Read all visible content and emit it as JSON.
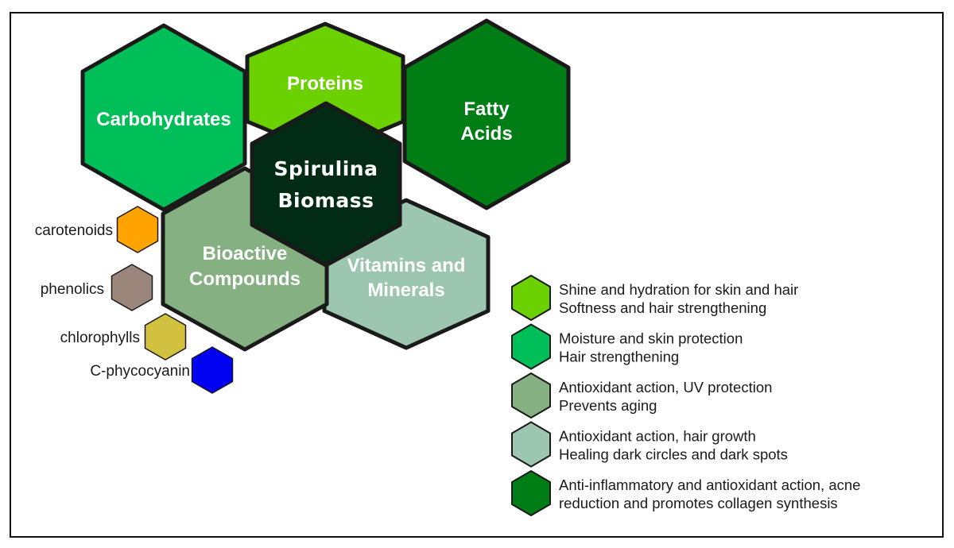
{
  "colors": {
    "carbohydrates": "#00bf59",
    "proteins": "#6bd100",
    "fatty_acids": "#017d16",
    "bioactive": "#85b182",
    "vitamins": "#9cc6b0",
    "center": "#022b16",
    "carotenoids": "#ffa300",
    "phenolics": "#9a867a",
    "chlorophylls": "#d1c13f",
    "phycocyanin": "#0202f2"
  },
  "main_hexes": {
    "carbohydrates": {
      "lines": [
        "Carbohydrates"
      ],
      "color_key": "carbohydrates"
    },
    "proteins": {
      "lines": [
        "Proteins"
      ],
      "color_key": "proteins"
    },
    "fatty_acids": {
      "lines": [
        "Fatty",
        "Acids"
      ],
      "color_key": "fatty_acids"
    },
    "bioactive": {
      "lines": [
        "Bioactive",
        "Compounds"
      ],
      "color_key": "bioactive"
    },
    "vitamins": {
      "lines": [
        "Vitamins and",
        "Minerals"
      ],
      "color_key": "vitamins"
    },
    "center": {
      "lines": [
        "Spirulina",
        "Biomass"
      ],
      "color_key": "center"
    }
  },
  "compounds": [
    {
      "name": "carotenoids",
      "color_key": "carotenoids"
    },
    {
      "name": "phenolics",
      "color_key": "phenolics"
    },
    {
      "name": "chlorophylls",
      "color_key": "chlorophylls"
    },
    {
      "name": "C-phycocyanin",
      "color_key": "phycocyanin"
    }
  ],
  "legend": [
    {
      "color_key": "proteins",
      "lines": [
        "Shine and hydration for skin and hair",
        "Softness and hair strengthening"
      ]
    },
    {
      "color_key": "carbohydrates",
      "lines": [
        "Moisture and skin protection",
        "Hair strengthening"
      ]
    },
    {
      "color_key": "bioactive",
      "lines": [
        "Antioxidant action, UV protection",
        "Prevents aging"
      ]
    },
    {
      "color_key": "vitamins",
      "lines": [
        "Antioxidant action, hair growth",
        "Healing dark circles and dark spots"
      ]
    },
    {
      "color_key": "fatty_acids",
      "lines": [
        "Anti-inflammatory and antioxidant action, acne",
        "reduction and promotes collagen synthesis"
      ]
    }
  ]
}
